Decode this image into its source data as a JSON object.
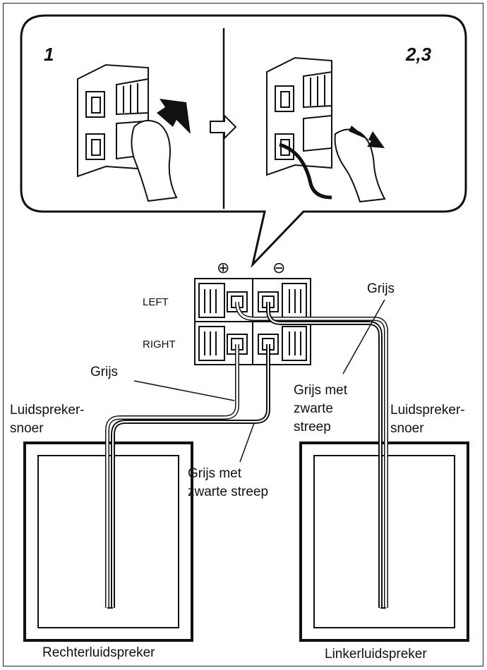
{
  "steps": {
    "first": "1",
    "second": "2,3"
  },
  "terminal": {
    "plus_symbol": "⊕",
    "minus_symbol": "⊖",
    "left_label": "LEFT",
    "right_label": "RIGHT"
  },
  "labels": {
    "grijs_right": "Grijs",
    "grijs_left": "Grijs",
    "cord_right_1": "Luidspreker-",
    "cord_right_2": "snoer",
    "cord_left_1": "Luidspreker-",
    "cord_left_2": "snoer",
    "striped_right_1": "Grijs met",
    "striped_right_2": "zwarte streep",
    "striped_left_1": "Grijs met",
    "striped_left_2": "zwarte",
    "striped_left_3": "streep"
  },
  "speakers": {
    "right": "Rechterluidspreker",
    "left": "Linkerluidspreker"
  },
  "icons": [
    "push-arrow-icon",
    "release-arrow-icon",
    "next-step-arrow-icon",
    "finger-icon"
  ]
}
